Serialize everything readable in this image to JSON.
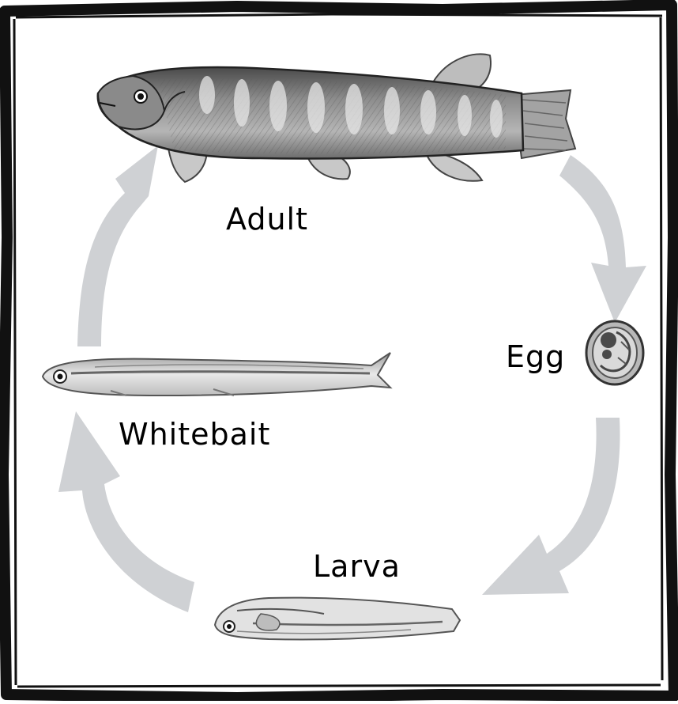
{
  "diagram": {
    "stages": {
      "adult": "Adult",
      "egg": "Egg",
      "larva": "Larva",
      "whitebait": "Whitebait"
    },
    "colors": {
      "border": "#111111",
      "arrow": "#cfd1d4",
      "fish_body": "#9a9a9a",
      "fish_dark": "#3a3a3a"
    }
  }
}
